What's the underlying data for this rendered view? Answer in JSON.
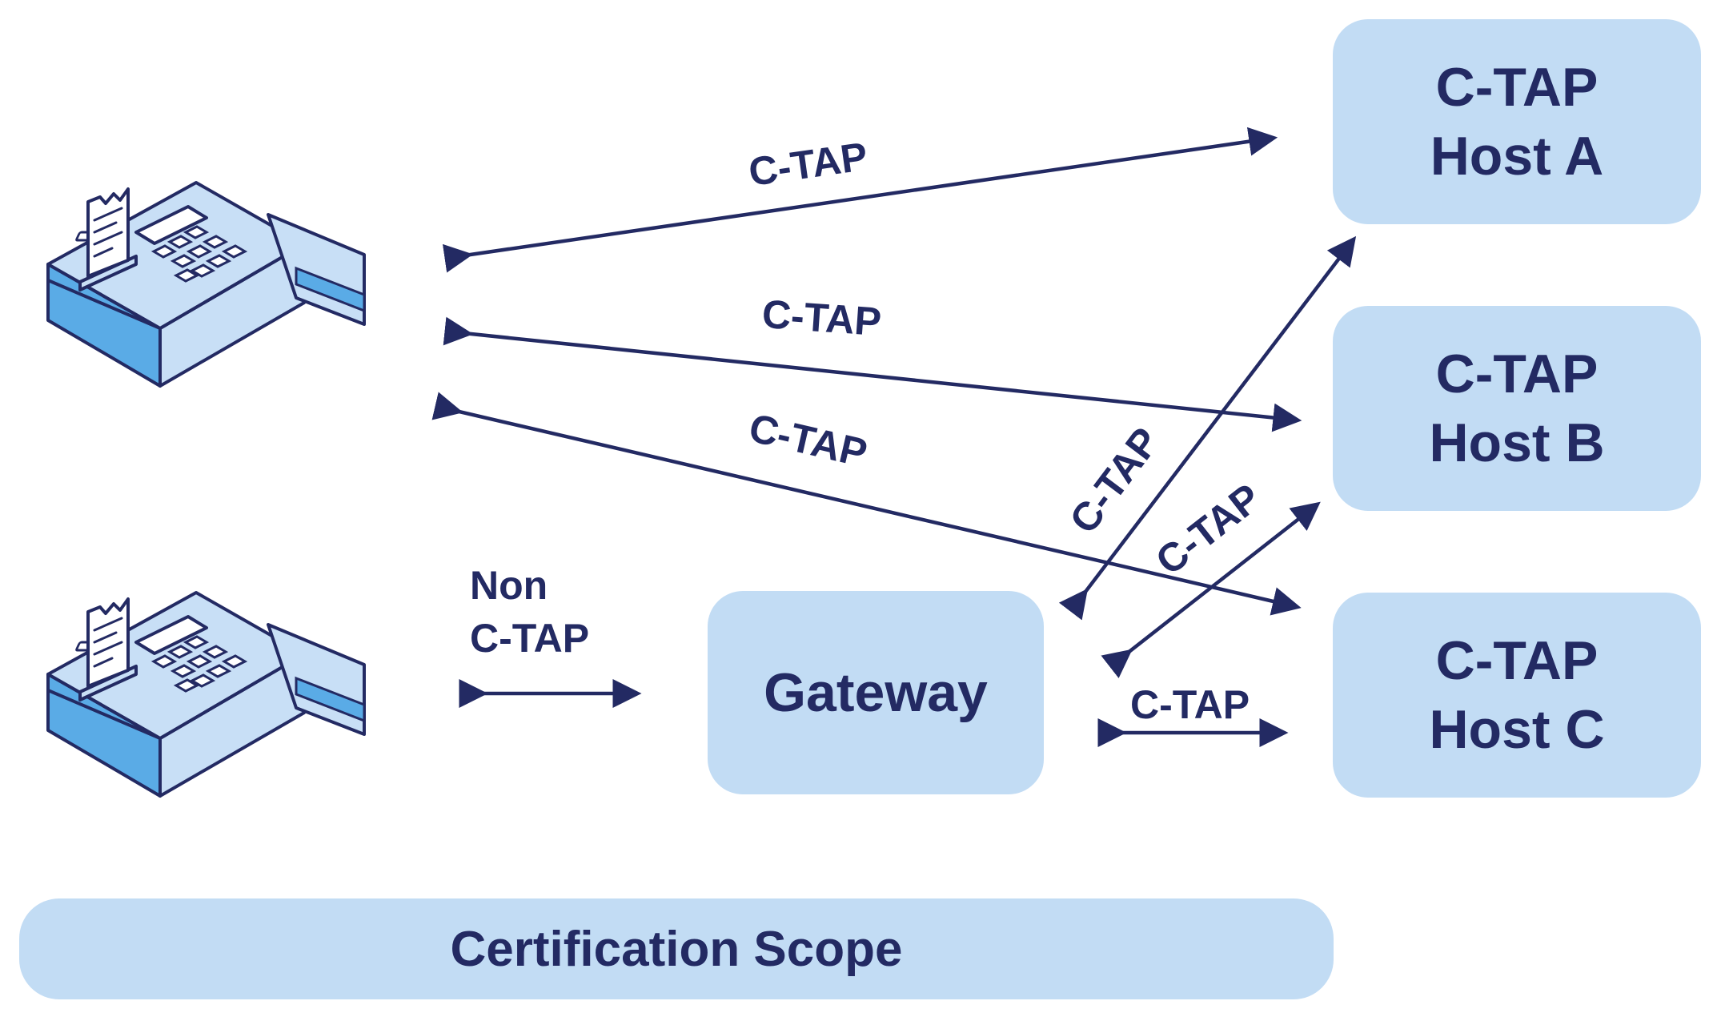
{
  "hosts": [
    {
      "line1": "C-TAP",
      "line2": "Host A"
    },
    {
      "line1": "C-TAP",
      "line2": "Host B"
    },
    {
      "line1": "C-TAP",
      "line2": "Host C"
    }
  ],
  "gateway": "Gateway",
  "scope": "Certification Scope",
  "connections": {
    "terminal_to_host_a": "C-TAP",
    "terminal_to_host_b": "C-TAP",
    "terminal_to_host_c": "C-TAP",
    "gateway_to_host_a": "C-TAP",
    "gateway_to_host_b": "C-TAP",
    "gateway_to_host_c": "C-TAP",
    "terminal_to_gateway_line1": "Non",
    "terminal_to_gateway_line2": "C-TAP"
  },
  "icons": [
    "payment-terminal-icon",
    "payment-terminal-icon"
  ],
  "colors": {
    "box_fill": "#c2dcf4",
    "ink": "#232a63",
    "device_blue": "#5aabe6",
    "device_light": "#c8dff6"
  }
}
